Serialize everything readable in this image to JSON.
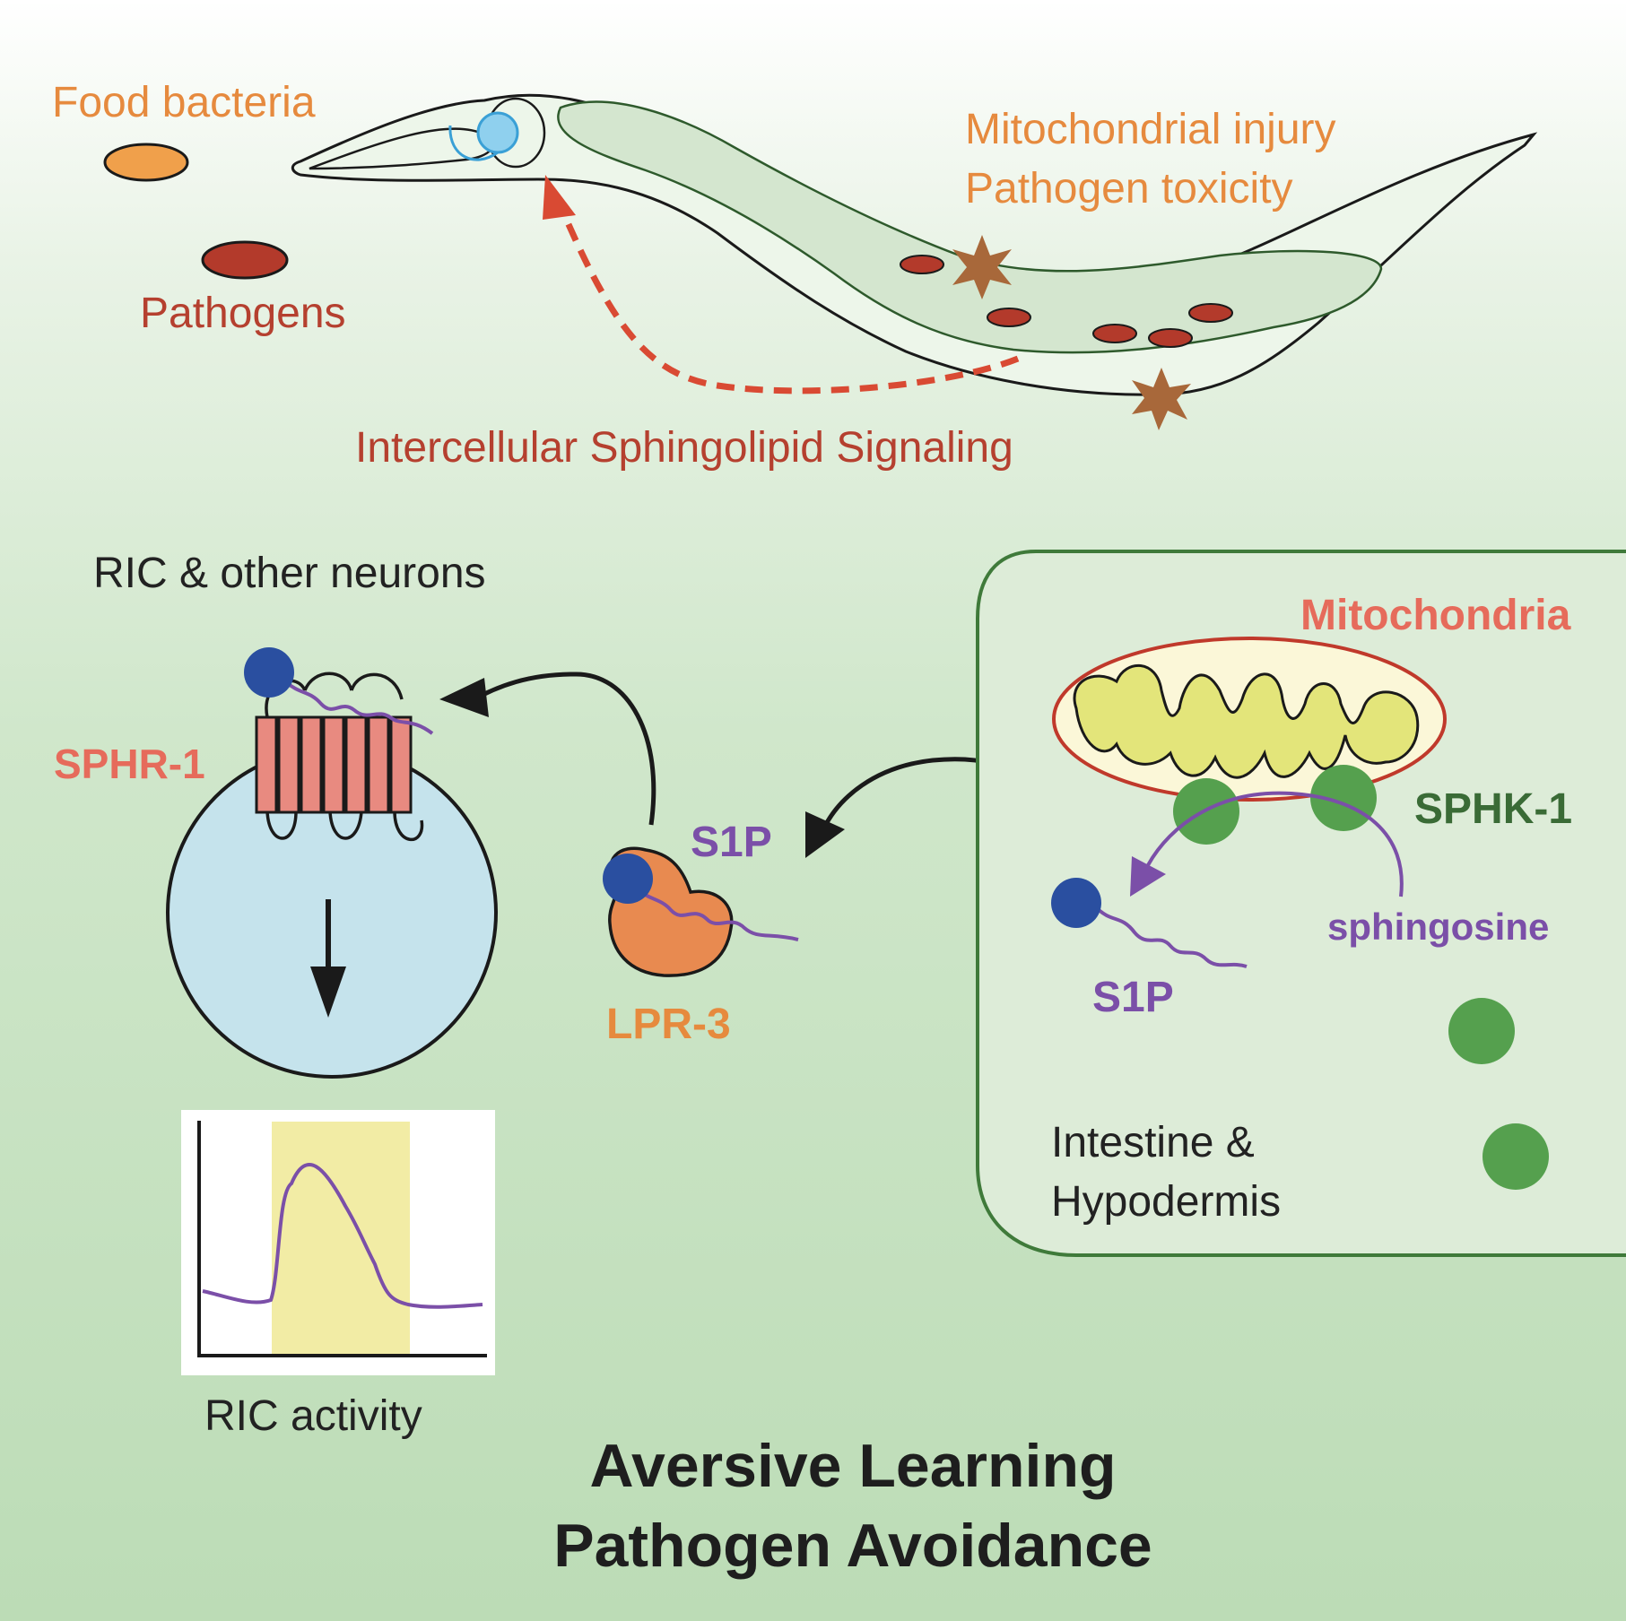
{
  "labels": {
    "food_bacteria": "Food bacteria",
    "pathogens": "Pathogens",
    "mitochondrial_injury": "Mitochondrial injury",
    "pathogen_toxicity": "Pathogen toxicity",
    "intercellular_signaling": "Intercellular Sphingolipid Signaling",
    "ric_neurons": "RIC & other neurons",
    "sphr1": "SPHR-1",
    "s1p_middle": "S1P",
    "lpr3": "LPR-3",
    "mitochondria": "Mitochondria",
    "sphk1": "SPHK-1",
    "sphingosine": "sphingosine",
    "s1p_right": "S1P",
    "intestine": "Intestine &",
    "hypodermis": "Hypodermis",
    "ric_activity": "RIC activity",
    "title_line1": "Aversive Learning",
    "title_line2": "Pathogen Avoidance"
  },
  "colors": {
    "background_top": "#ffffff",
    "background_bottom": "#bcdcb6",
    "food_bacteria": "#f0a04b",
    "pathogen": "#b33a2b",
    "worm_gut": "#d4e6cf",
    "worm_outline": "#1a1a1a",
    "star": "#a8683a",
    "signal_arrow": "#d94a33",
    "neuron_cell": "#c5e3ec",
    "receptor": "#e88a80",
    "s1p_head": "#2a4fa0",
    "s1p_tail": "#7b4fa8",
    "lpr3": "#e88a50",
    "mito_outer": "#fbf7d8",
    "mito_cristae": "#e3e57a",
    "mito_border": "#c0392b",
    "sphk1": "#55a04e",
    "tissue_box": "#ddecd8",
    "tissue_border": "#3f7a3a",
    "highlight": "#f2eca5",
    "trace": "#7b4fa8"
  },
  "icons": {
    "worm": "c-elegans-worm-icon",
    "star": "injury-star-icon",
    "neuron": "neuron-cell-icon",
    "receptor": "gpcr-receptor-icon",
    "mitochondrion": "mitochondrion-icon"
  }
}
